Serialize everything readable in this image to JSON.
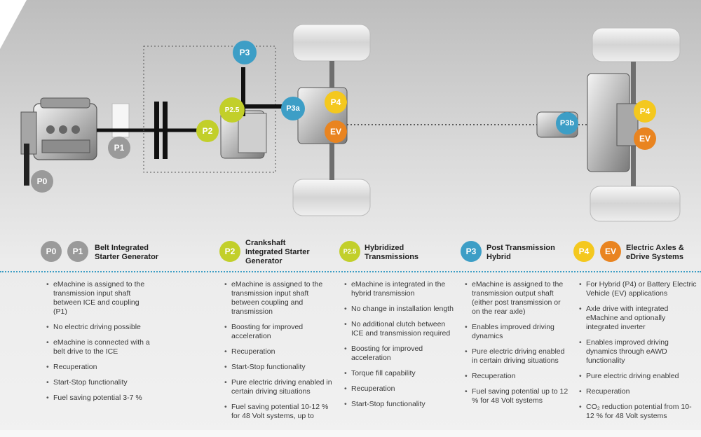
{
  "diagram": {
    "labels": {
      "p0": "P0",
      "p1": "P1",
      "p2": "P2",
      "p25": "P2.5",
      "p3": "P3",
      "p3a": "P3a",
      "p3b": "P3b",
      "p4_front": "P4",
      "ev_front": "EV",
      "p4_rear": "P4",
      "ev_rear": "EV"
    }
  },
  "colors": {
    "gray": "#9a9a9a",
    "lime": "#c2cf2a",
    "blue": "#3d9ec6",
    "yellow": "#f4c81e",
    "orange": "#e98420",
    "divider": "#3b9dc4"
  },
  "legend": [
    {
      "badges": [
        "P0",
        "P1"
      ],
      "title": "Belt Integrated\nStarter Generator"
    },
    {
      "badges": [
        "P2"
      ],
      "title": "Crankshaft\nIntegrated Starter\nGenerator"
    },
    {
      "badges": [
        "P2.5"
      ],
      "title": "Hybridized\nTransmissions"
    },
    {
      "badges": [
        "P3"
      ],
      "title": "Post Transmission\nHybrid"
    },
    {
      "badges": [
        "P4",
        "EV"
      ],
      "title": "Electric Axles &\neDrive Systems"
    }
  ],
  "columns": [
    {
      "items": [
        "eMachine is assigned to the transmission input shaft between ICE and coupling (P1)",
        "No electric driving possible",
        "eMachine is connected with a belt drive to the ICE",
        "Recuperation",
        "Start-Stop functionality",
        "Fuel saving potential 3-7 %"
      ]
    },
    {
      "items": [
        "eMachine is assigned to the transmission input shaft between coupling and transmission",
        "Boosting for improved acceleration",
        "Recuperation",
        "Start-Stop functionality",
        "Pure electric driving enabled in certain driving situations",
        "Fuel saving potential 10-12 % for 48 Volt systems, up to"
      ]
    },
    {
      "items": [
        "eMachine is integrated in the hybrid transmission",
        "No change in installation length",
        "No additional clutch between ICE and transmission required",
        "Boosting for improved acceleration",
        "Torque fill capability",
        "Recuperation",
        "Start-Stop functionality"
      ]
    },
    {
      "items": [
        "eMachine is assigned to the transmission output shaft (either post transmission or on the rear axle)",
        "Enables improved driving dynamics",
        "Pure electric driving enabled in certain driving situations",
        "Recuperation",
        "Fuel saving potential up to 12 % for 48 Volt systems"
      ]
    },
    {
      "items": [
        "For Hybrid (P4) or Battery Electric Vehicle (EV) applications",
        "Axle drive with integrated eMachine and optionally integrated inverter",
        "Enables improved driving dynamics through eAWD functionality",
        "Pure electric driving enabled",
        "Recuperation",
        "CO₂ reduction potential from 10-12 % for 48 Volt systems"
      ]
    }
  ]
}
